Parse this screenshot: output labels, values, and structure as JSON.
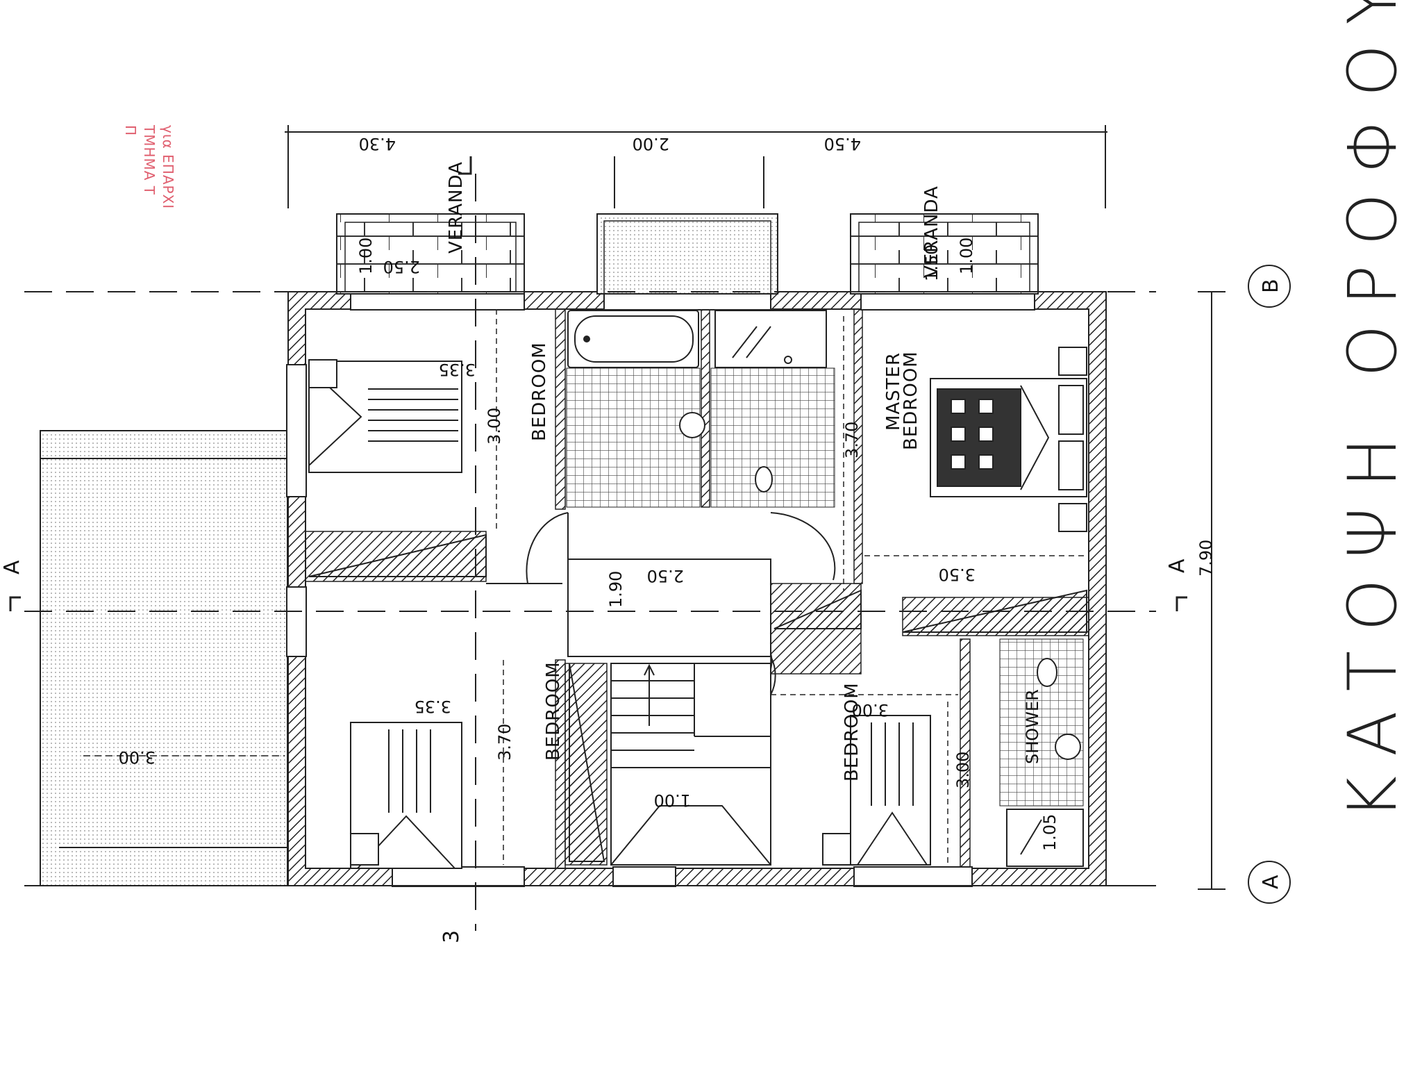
{
  "title": "ΚΑΤΟΨΗ ΟΡΟΦΟΥ",
  "stamp": {
    "lines": [
      "για ΕΠΑΡΧΙ",
      "ΤΜΗΜΑ Τ",
      "Π"
    ]
  },
  "rooms": {
    "bedroom_top_left": "BEDROOM",
    "bedroom_bottom_left": "BEDROOM",
    "bedroom_bottom_right": "BEDROOM",
    "master_bedroom_line1": "MASTER",
    "master_bedroom_line2": "BEDROOM",
    "veranda_left": "VERANDA",
    "veranda_right": "VERANDA",
    "shower": "SHOWER"
  },
  "dimensions": {
    "top_left": "4.30",
    "top_mid": "2.00",
    "top_right": "4.50",
    "bed1_w": "3.35",
    "bed1_h": "3.00",
    "master_h": "3.70",
    "master_w": "3.50",
    "hall_h": "1.90",
    "hall_w": "2.50",
    "bed2_w": "3.35",
    "bed2_h": "3.70",
    "bed3_w": "3.00",
    "bed3_h": "3.00",
    "balcony_w": "3.00",
    "veranda_left_a": "2.50",
    "veranda_left_b": "1.00",
    "veranda_right_a": "1.50",
    "veranda_right_b": "1.00",
    "stair_label": "1.00",
    "overall": "7.90",
    "wc": "1.05"
  },
  "axes": {
    "section_left": "A",
    "section_right": "A",
    "grid_a": "A",
    "grid_b": "B",
    "grid_3": "3"
  }
}
